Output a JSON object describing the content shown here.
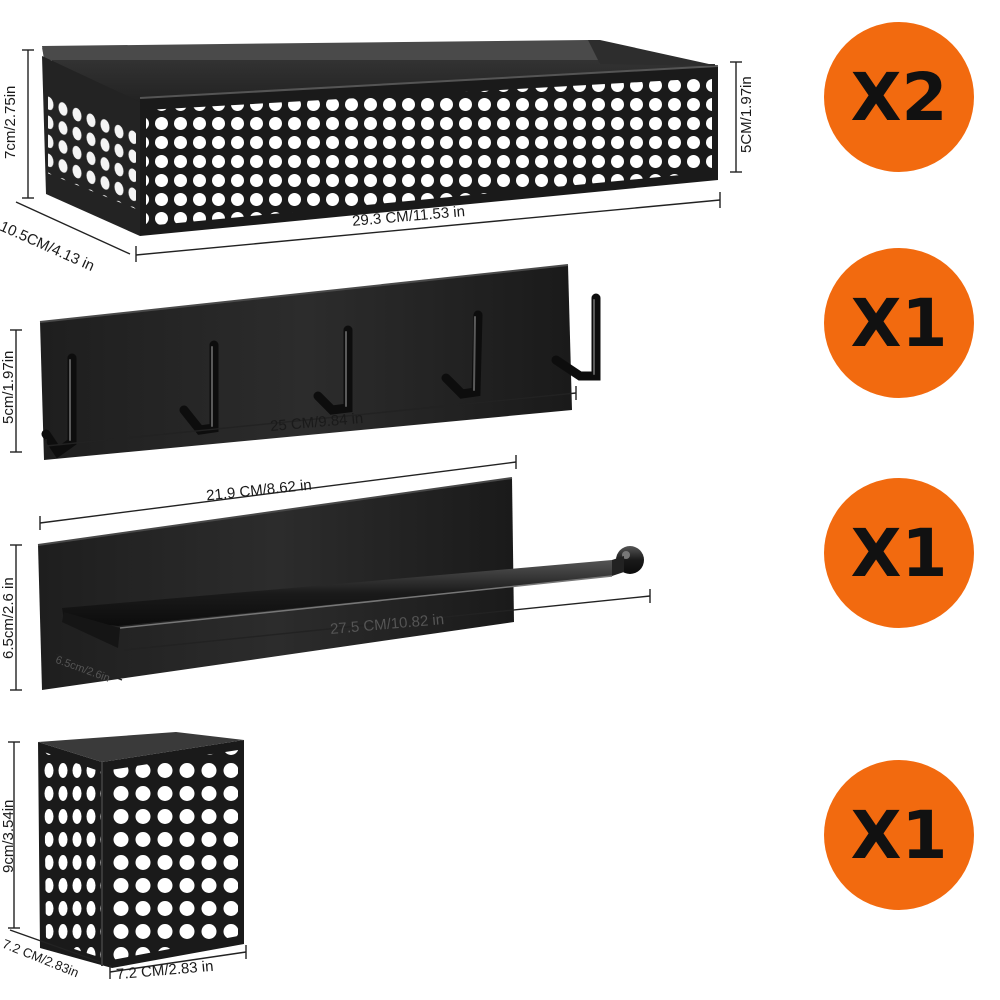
{
  "accent_color": "#f26a0f",
  "products": [
    {
      "name": "Perforated shelf basket",
      "quantity": "X2",
      "dims": {
        "height": "7cm/2.75in",
        "depth": "10.5CM/4.13 in",
        "width": "29.3 CM/11.53 in",
        "side": "5CM/1.97in"
      }
    },
    {
      "name": "Hook rack",
      "quantity": "X1",
      "dims": {
        "height": "5cm/1.97in",
        "width": "25 CM/9.84 in"
      }
    },
    {
      "name": "Towel bar holder",
      "quantity": "X1",
      "dims": {
        "plate_width": "21.9 CM/8.62 in",
        "height": "6.5cm/2.6 in",
        "bar_length": "27.5 CM/10.82 in",
        "depth": "6.5cm/2.6in"
      }
    },
    {
      "name": "Utensil cup",
      "quantity": "X1",
      "dims": {
        "height": "9cm/3.54in",
        "depth": "7.2 CM/2.83in",
        "width": "7.2 CM/2.83 in"
      }
    }
  ]
}
